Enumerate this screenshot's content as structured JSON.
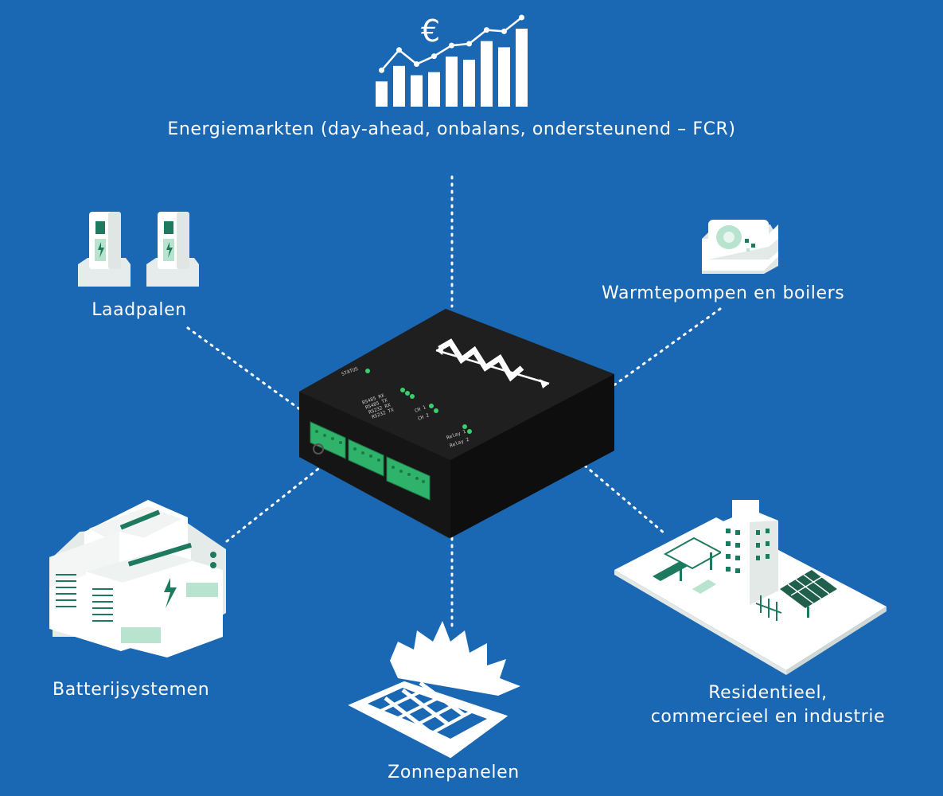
{
  "nodes": {
    "markets": {
      "label": "Energiemarkten (day-ahead, onbalans, ondersteunend – FCR)",
      "icon": "euro-bar-chart-icon"
    },
    "chargers": {
      "label": "Laadpalen",
      "icon": "ev-charger-icon"
    },
    "heatpumps": {
      "label": "Warmtepompen en boilers",
      "icon": "heat-pump-icon"
    },
    "batteries": {
      "label": "Batterijsystemen",
      "icon": "battery-storage-icon"
    },
    "solar": {
      "label": "Zonnepanelen",
      "icon": "solar-panel-icon"
    },
    "sites": {
      "label_line1": "Residentieel,",
      "label_line2": "commercieel en industrie",
      "icon": "buildings-icon"
    }
  },
  "currency_symbol": "€",
  "chart_trend": [
    0.15,
    0.4,
    0.25,
    0.3,
    0.55,
    0.5,
    0.8,
    0.7,
    1.0
  ],
  "device": {
    "icon": "controller-device-icon",
    "led_labels": [
      "STATUS",
      "RS485 RX",
      "RS485 TX",
      "RS232 RX",
      "RS232 TX",
      "CH 1",
      "CH 2",
      "Relay 1",
      "Relay 2"
    ]
  },
  "colors": {
    "background": "#1a67b3",
    "icon_white": "#f3f6f5",
    "icon_green": "#1e7a5e",
    "icon_light_green": "#b7e3cf",
    "device_body": "#1c1c1c",
    "terminal_green": "#2fb36b"
  }
}
